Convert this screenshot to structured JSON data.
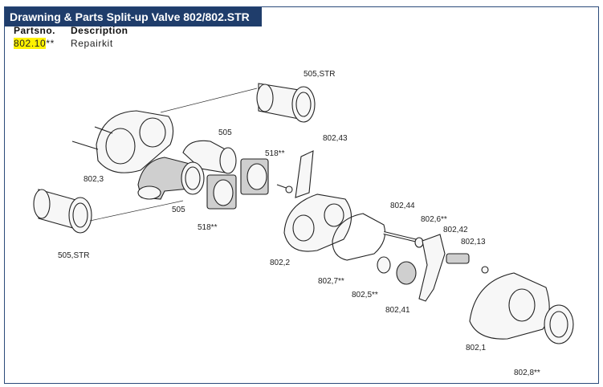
{
  "header": {
    "title": "Drawning & Parts Split-up Valve 802/802.STR"
  },
  "table": {
    "col_partsno": "Partsno.",
    "col_description": "Description",
    "row": {
      "partsno": "802.10",
      "partsno_suffix": "**",
      "description": "Repairkit"
    }
  },
  "callouts": {
    "c505str_top": "505,STR",
    "c505_a": "505",
    "c802_43": "802,43",
    "c518_a": "518**",
    "c802_3": "802,3",
    "c505_b": "505",
    "c518_b": "518**",
    "c505str_bottom": "505,STR",
    "c802_44": "802,44",
    "c802_6": "802,6**",
    "c802_42": "802,42",
    "c802_13": "802,13",
    "c802_2": "802,2",
    "c802_7": "802,7**",
    "c802_5": "802,5**",
    "c802_41": "802,41",
    "c802_1": "802,1",
    "c802_8": "802,8**"
  },
  "colors": {
    "title_bg": "#1f3d6b",
    "highlight": "#fff200",
    "frame": "#2b4a7a"
  }
}
